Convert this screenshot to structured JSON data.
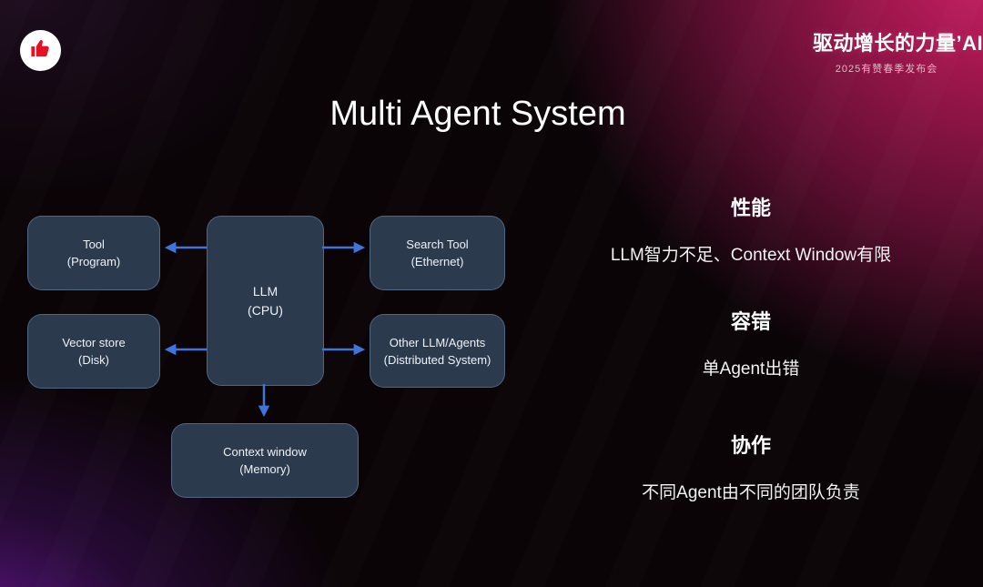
{
  "brand": {
    "logo_icon": "thumbs-up",
    "title": "驱动增长的力量",
    "ai_mark": "’AI",
    "subtitle": "2025有赞春季发布会",
    "accent_magenta": "#c11a5c",
    "logo_red": "#e81023"
  },
  "slide": {
    "title": "Multi Agent System"
  },
  "diagram": {
    "box_color": "#2b3a4d",
    "arrow_color": "#3e74dc",
    "nodes": [
      {
        "id": "tool",
        "line1": "Tool",
        "line2": "(Program)"
      },
      {
        "id": "vector-store",
        "line1": "Vector store",
        "line2": "(Disk)"
      },
      {
        "id": "llm",
        "line1": "LLM",
        "line2": "(CPU)"
      },
      {
        "id": "search-tool",
        "line1": "Search Tool",
        "line2": "(Ethernet)"
      },
      {
        "id": "other-agents",
        "line1": "Other LLM/Agents",
        "line2": "(Distributed System)"
      },
      {
        "id": "context-window",
        "line1": "Context window",
        "line2": "(Memory)"
      }
    ]
  },
  "points": [
    {
      "heading": "性能",
      "body": "LLM智力不足、Context Window有限"
    },
    {
      "heading": "容错",
      "body": "单Agent出错"
    },
    {
      "heading": "协作",
      "body": "不同Agent由不同的团队负责"
    }
  ]
}
